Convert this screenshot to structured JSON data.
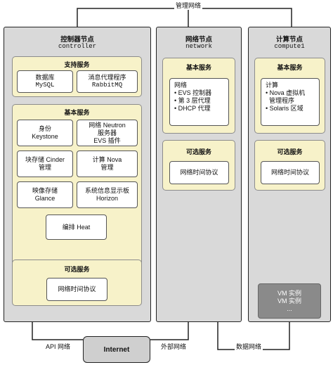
{
  "network_labels": {
    "management": "管理网络",
    "api": "API 网络",
    "external": "外部网络",
    "data": "数据网络"
  },
  "internet": "Internet",
  "nodes": {
    "controller": {
      "title": "控制器节点",
      "host": "controller",
      "support": {
        "title": "支持服务",
        "database": [
          "数据库",
          "MySQL"
        ],
        "mq": [
          "消息代理程序",
          "RabbitMQ"
        ]
      },
      "basic": {
        "title": "基本服务",
        "identity": [
          "身份",
          "Keystone"
        ],
        "neutron": [
          "网络 Neutron",
          "服务器",
          "EVS 插件"
        ],
        "cinder": [
          "块存储 Cinder",
          "管理"
        ],
        "nova": [
          "计算 Nova",
          "管理"
        ],
        "glance": [
          "映像存储",
          "Glance"
        ],
        "horizon": [
          "系统信息显示板",
          "Horizon"
        ],
        "heat": "编排 Heat"
      },
      "optional": {
        "title": "可选服务",
        "ntp": "网络时间协议"
      }
    },
    "network": {
      "title": "网络节点",
      "host": "network",
      "basic": {
        "title": "基本服务",
        "lines": [
          "网络",
          "• EVS 控制器",
          "• 第 3 层代理",
          "• DHCP 代理"
        ]
      },
      "optional": {
        "title": "可选服务",
        "ntp": "网络时间协议"
      }
    },
    "compute": {
      "title": "计算节点",
      "host": "compute1",
      "basic": {
        "title": "基本服务",
        "lines": [
          "计算",
          "• Nova 虚拟机",
          "  管理程序",
          "• Solaris 区域"
        ]
      },
      "optional": {
        "title": "可选服务",
        "ntp": "网络时间协议"
      },
      "vm": [
        "VM 实例",
        "VM 实例",
        "..."
      ]
    }
  },
  "colors": {
    "node_fill": "#d9d9d9",
    "panel_fill": "#f7f2c9",
    "box_fill": "#ffffff",
    "vm_fill": "#8a8a8a",
    "internet_fill": "#cfcfcf"
  }
}
